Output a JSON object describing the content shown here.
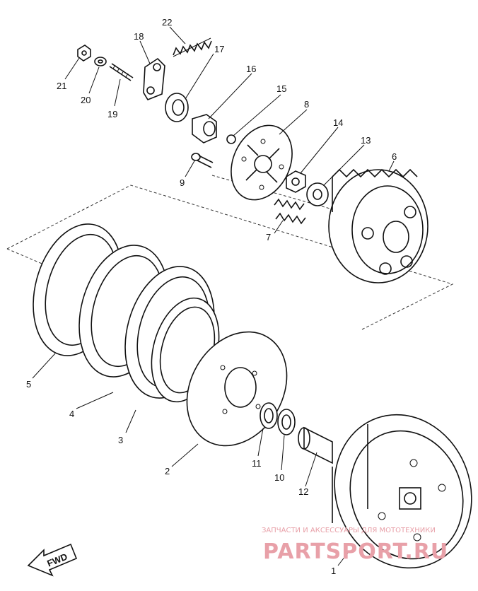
{
  "parts": [
    {
      "number": "1"
    },
    {
      "number": "2"
    },
    {
      "number": "3"
    },
    {
      "number": "4"
    },
    {
      "number": "5"
    },
    {
      "number": "6"
    },
    {
      "number": "7"
    },
    {
      "number": "8"
    },
    {
      "number": "9"
    },
    {
      "number": "10"
    },
    {
      "number": "11"
    },
    {
      "number": "12"
    },
    {
      "number": "13"
    },
    {
      "number": "14"
    },
    {
      "number": "15"
    },
    {
      "number": "16"
    },
    {
      "number": "17"
    },
    {
      "number": "18"
    },
    {
      "number": "19"
    },
    {
      "number": "20"
    },
    {
      "number": "21"
    },
    {
      "number": "22"
    }
  ],
  "direction_arrow": {
    "text": "FWD"
  },
  "watermark": {
    "line1": "ЗАПЧАСТИ И АКСЕССУАРЫ ДЛЯ МОТОТЕХНИКИ",
    "line2": "PARTSPORT.RU",
    "color": "#e8a0a8"
  },
  "colors": {
    "ink": "#111111",
    "background": "#ffffff"
  }
}
